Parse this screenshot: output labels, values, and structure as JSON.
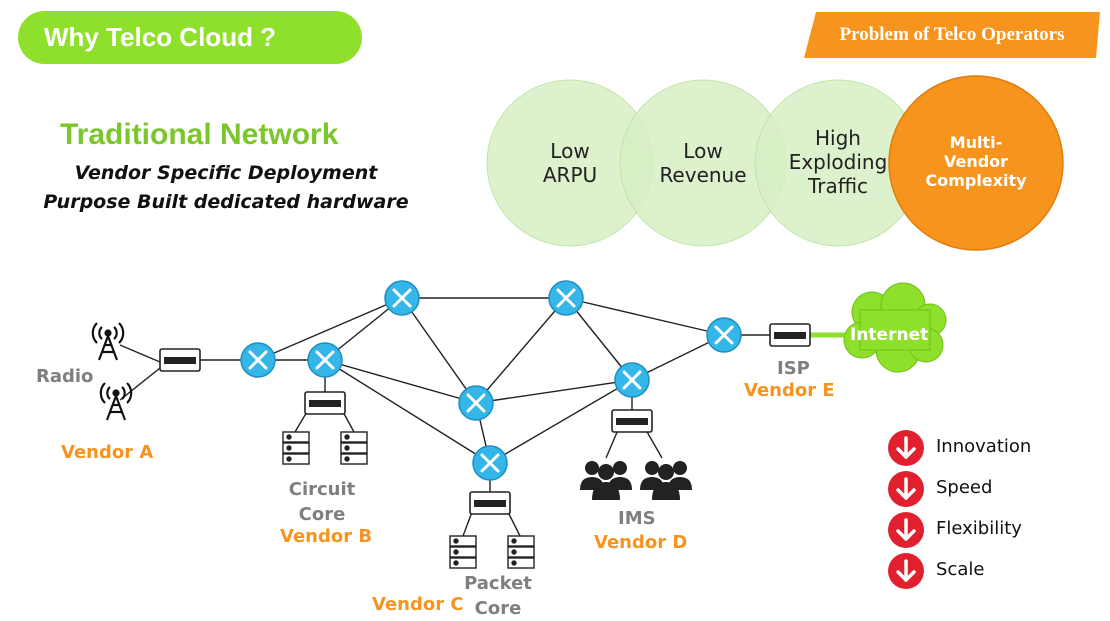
{
  "title": "Why Telco Cloud ?",
  "banner": "Problem of Telco Operators",
  "heading": "Traditional Network",
  "subtitles": [
    "Vendor Specific Deployment",
    "Purpose Built dedicated hardware"
  ],
  "circles": [
    {
      "lines": [
        "Low",
        "ARPU"
      ]
    },
    {
      "lines": [
        "Low",
        "Revenue"
      ]
    },
    {
      "lines": [
        "High",
        "Exploding",
        "Traffic"
      ]
    },
    {
      "lines": [
        "Multi-",
        "Vendor",
        "Complexity"
      ]
    }
  ],
  "labels": {
    "radio": "Radio",
    "vendor_a": "Vendor A",
    "circuit_core": [
      "Circuit",
      "Core"
    ],
    "vendor_b": "Vendor B",
    "packet_core": [
      "Packet",
      "Core"
    ],
    "vendor_c": "Vendor C",
    "ims": "IMS",
    "vendor_d": "Vendor D",
    "isp": "ISP",
    "vendor_e": "Vendor E",
    "internet": "Internet"
  },
  "legend": [
    "Innovation",
    "Speed",
    "Flexibility",
    "Scale"
  ],
  "colors": {
    "green": "#8ee02b",
    "heading_green": "#7bc62a",
    "orange": "#f7941d",
    "circle_fill": "#d7efc4",
    "router": "#35b6e8",
    "red": "#e0202e",
    "cloud": "#8ee02b",
    "gray_text": "#7f7f7f"
  }
}
